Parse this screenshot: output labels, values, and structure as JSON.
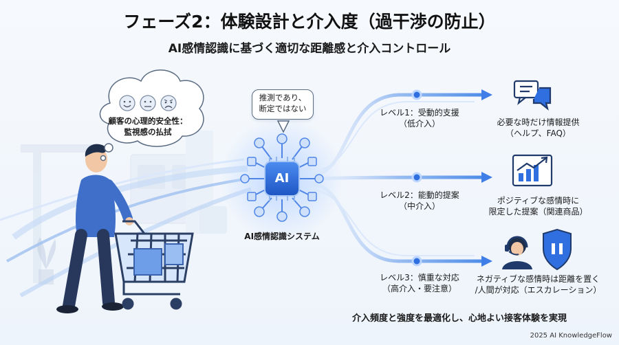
{
  "title": "フェーズ2：体験設計と介入度（過干渉の防止）",
  "subtitle": "AI感情認識に基づく適切な距離感と介入コントロール",
  "thought_bubble": {
    "text_line1": "顧客の心理的安全性：",
    "text_line2": "監視感の払拭"
  },
  "speech_bubble": {
    "text_line1": "推測であり、",
    "text_line2": "断定ではない"
  },
  "ai_system": {
    "chip_label": "AI",
    "caption": "AI感情認識システム"
  },
  "levels": [
    {
      "label_line1": "レベル1：受動的支援",
      "label_line2": "（低介入）",
      "result_line1": "必要な時だけ情報提供",
      "result_line2": "（ヘルプ、FAQ）",
      "icon": "chat-bubbles-icon"
    },
    {
      "label_line1": "レベル2：能動的提案",
      "label_line2": "（中介入）",
      "result_line1": "ポジティブな感情時に",
      "result_line2": "限定した提案（関連商品）",
      "icon": "growth-chart-icon"
    },
    {
      "label_line1": "レベル3：慎重な対応",
      "label_line2": "（高介入・要注意）",
      "result_line1": "ネガティブな感情時は距離を置く",
      "result_line2": "/人間が対応（エスカレーション）",
      "icon": "support-agent-shield-icon"
    }
  ],
  "footer_message": "介入頻度と強度を最適化し、心地よい接客体験を実現",
  "copyright": "2025 AI KnowledgeFlow",
  "colors": {
    "accent_blue": "#2f6fe0",
    "flow_light": "#a9c8f5",
    "line_dark": "#1f3a6b"
  }
}
